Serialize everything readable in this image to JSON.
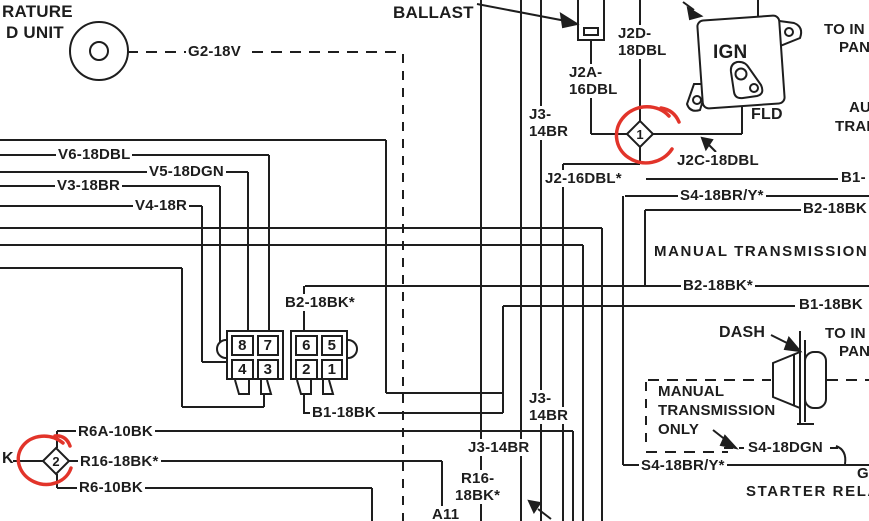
{
  "labels": {
    "temp_line1": "RATURE",
    "temp_line2": "D UNIT",
    "g2": "G2-18V",
    "ballast": "BALLAST",
    "v6": "V6-18DBL",
    "v5": "V5-18DGN",
    "v3": "V3-18BR",
    "v4": "V4-18R",
    "j2d_line1": "J2D-",
    "j2d_line2": "18DBL",
    "j2a_line1": "J2A-",
    "j2a_line2": "16DBL",
    "j3_top_line1": "J3-",
    "j3_top_line2": "14BR",
    "j2": "J2-16DBL*",
    "j2c": "J2C-18DBL",
    "s4_top": "S4-18BR/Y*",
    "b1_edge": "B1-",
    "b2_edge": "B2-18BK",
    "to_instrument_line1": "TO IN",
    "to_instrument_line2": "PAN",
    "auto_line1": "AU",
    "auto_line2": "TRAN",
    "ign": "IGN",
    "fld": "FLD",
    "manual_transmission": "MANUAL TRANSMISSION",
    "b2_star_right": "B2-18BK*",
    "b1_right": "B1-18BK",
    "b2_pin6": "B2-18BK*",
    "b1_pin2": "B1-18BK",
    "dash": "DASH",
    "to_panel_line1": "TO IN",
    "to_panel_line2": "PAN",
    "mt_only_line1": "MANUAL",
    "mt_only_line2": "TRANSMISSION",
    "mt_only_line3": "ONLY",
    "s4_dgn": "S4-18DGN",
    "s4_bottom": "S4-18BR/Y*",
    "g_terminal": "G",
    "starter_relay": "STARTER RELA",
    "j3_mid_line1": "J3-",
    "j3_mid_line2": "14BR",
    "j3_low": "J3-14BR",
    "r16_low_line1": "R16-",
    "r16_low_line2": "18BK*",
    "a11": "A11",
    "r6a": "R6A-10BK",
    "r16": "R16-18BK*",
    "r6": "R6-10BK",
    "k": "K"
  },
  "splices": {
    "s1": "1",
    "s2": "2"
  },
  "connectors": {
    "left": {
      "pins": [
        "8",
        "7",
        "4",
        "3"
      ]
    },
    "right": {
      "pins": [
        "6",
        "5",
        "2",
        "1"
      ]
    }
  },
  "colors": {
    "ink": "#1e1e1e",
    "annotation_red": "#e2342a",
    "background": "#ffffff"
  }
}
